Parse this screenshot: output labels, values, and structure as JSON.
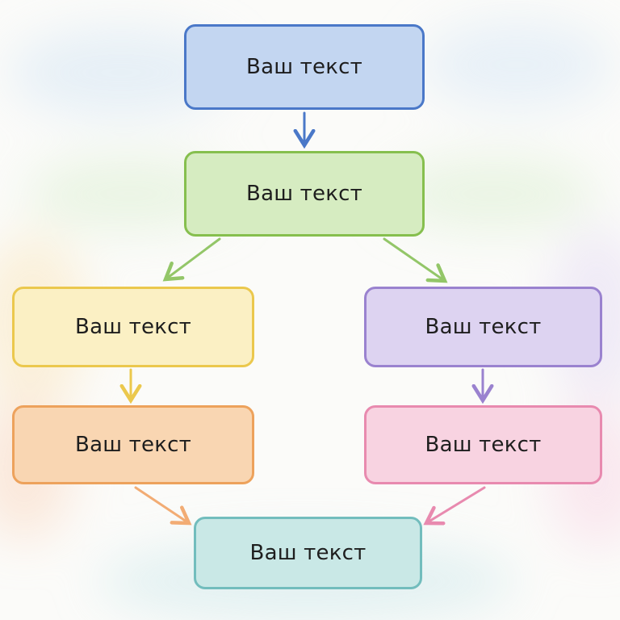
{
  "nodes": [
    {
      "id": "n1",
      "label": "Ваш текст",
      "color": "blue",
      "border": "#4a78c8",
      "fill": "#c3d6f1"
    },
    {
      "id": "n2",
      "label": "Ваш текст",
      "color": "green",
      "border": "#86bf4e",
      "fill": "#d6ecc1"
    },
    {
      "id": "n3",
      "label": "Ваш текст",
      "color": "yellow",
      "border": "#ebc84d",
      "fill": "#fbf0c4"
    },
    {
      "id": "n4",
      "label": "Ваш текст",
      "color": "purple",
      "border": "#9a82cf",
      "fill": "#ddd3f1"
    },
    {
      "id": "n5",
      "label": "Ваш текст",
      "color": "orange",
      "border": "#eda25c",
      "fill": "#f9d6b2"
    },
    {
      "id": "n6",
      "label": "Ваш текст",
      "color": "pink",
      "border": "#e88aaf",
      "fill": "#f8d3e1"
    },
    {
      "id": "n7",
      "label": "Ваш текст",
      "color": "teal",
      "border": "#72bdbd",
      "fill": "#c9e8e6"
    }
  ],
  "edges": [
    {
      "from": "n1",
      "to": "n2",
      "color": "#4a78c8"
    },
    {
      "from": "n2",
      "to": "n3",
      "color": "#93c668"
    },
    {
      "from": "n2",
      "to": "n4",
      "color": "#93c668"
    },
    {
      "from": "n3",
      "to": "n5",
      "color": "#ebc84d"
    },
    {
      "from": "n4",
      "to": "n6",
      "color": "#9a82cf"
    },
    {
      "from": "n5",
      "to": "n7",
      "color": "#f2ac74"
    },
    {
      "from": "n6",
      "to": "n7",
      "color": "#e88aaf"
    }
  ]
}
